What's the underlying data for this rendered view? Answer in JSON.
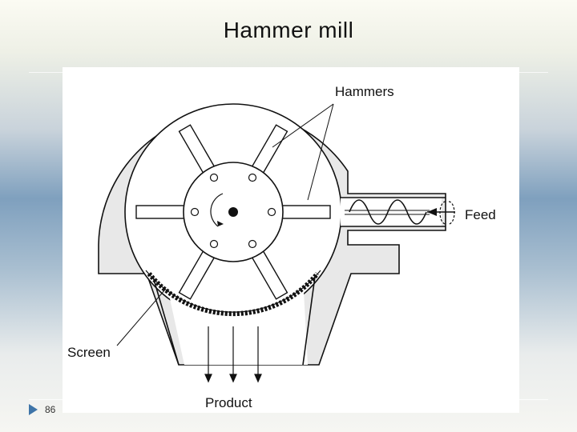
{
  "slide": {
    "title": "Hammer mill",
    "number": "86"
  },
  "diagram": {
    "labels": {
      "hammers": "Hammers",
      "feed": "Feed",
      "screen": "Screen",
      "product": "Product"
    }
  }
}
